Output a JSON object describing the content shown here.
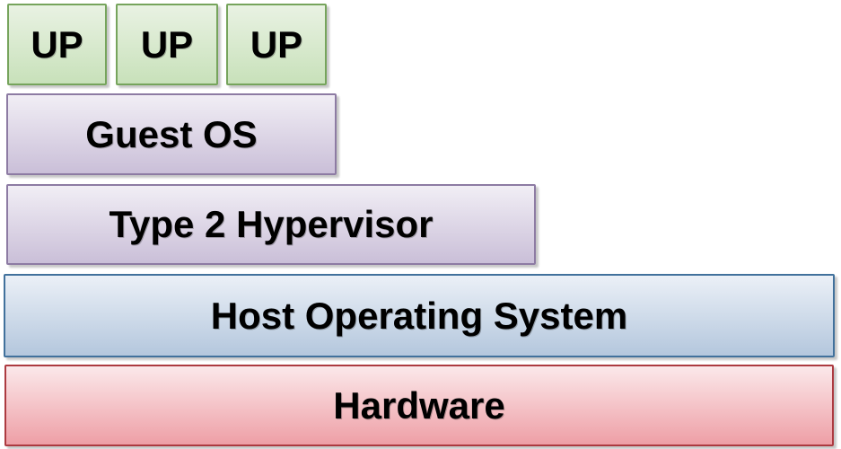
{
  "background_color": "#ffffff",
  "text_color": "#000000",
  "boxes": [
    {
      "label": "UP",
      "color": "green"
    },
    {
      "label": "UP",
      "color": "green"
    },
    {
      "label": "UP",
      "color": "green"
    },
    {
      "label": "Guest OS",
      "color": "purple"
    },
    {
      "label": "Type 2 Hypervisor",
      "color": "purple"
    },
    {
      "label": "Host Operating System",
      "color": "blue"
    },
    {
      "label": "Hardware",
      "color": "red"
    }
  ],
  "colors": {
    "green": {
      "fill_top": "#e9f2e3",
      "fill_bottom": "#c8e1ba",
      "border": "#76a45c"
    },
    "purple": {
      "fill_top": "#f1eef5",
      "fill_bottom": "#cabfd8",
      "border": "#8d7ba3"
    },
    "blue": {
      "fill_top": "#ebf0f7",
      "fill_bottom": "#b4c7dd",
      "border": "#41719c"
    },
    "red": {
      "fill_top": "#fbe8ea",
      "fill_bottom": "#ee9fa6",
      "border": "#ac3a40"
    }
  }
}
